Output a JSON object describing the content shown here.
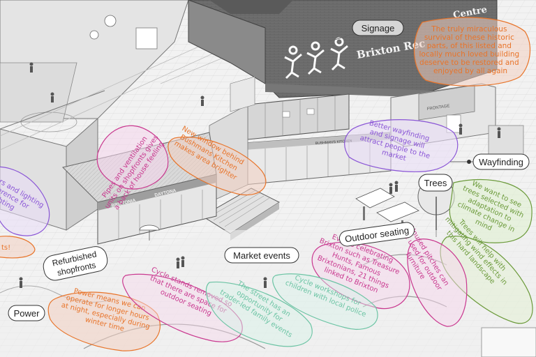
{
  "colors": {
    "background": "#ffffff",
    "ink": "#555555",
    "ground": "#eeeeee",
    "building_dark": "#6e6e6e",
    "orange": "#e8742a",
    "magenta": "#c9388f",
    "purple": "#8a55d6",
    "green": "#6b9a3a",
    "mint": "#6cc4a4"
  },
  "signs": {
    "centre": "Brixton Rec",
    "centre_end": "Centre",
    "bushmans": "BUSHMAN'S KITCHEN",
    "brixtonia": "BRIXTONIA",
    "daytona": "DAYTONA",
    "pavilion": "FRONTAGE"
  },
  "labels": {
    "signage": "Signage",
    "wayfinding": "Wayfinding",
    "trees": "Trees",
    "outdoor_seating": "Outdoor seating",
    "market_events": "Market events",
    "refurbished_shopfronts": [
      "Refurbished",
      "shopfronts"
    ],
    "power": "Power"
  },
  "notes": {
    "heritage": [
      "The truly miraculous",
      "survival of these historic",
      "parts, of this listed and",
      "locally much loved building",
      "deserve to be restored and",
      "enjoyed by all again"
    ],
    "wayfinding": [
      "Better wayfinding",
      "and signage will",
      "attract people to the",
      "market"
    ],
    "trees_climate": [
      "We want to see",
      "trees selected with",
      "adaptation to",
      "climate change in",
      "mind"
    ],
    "trees_wind": [
      "Trees will help with",
      "mitigating wind effects in",
      "this hard landscape"
    ],
    "pitches": [
      "Unused pitches can",
      "be used for outdoor",
      "furniture"
    ],
    "events": [
      "Events celebrating",
      "Brixton such as Treasure",
      "Hunts, Famous",
      "Brixtonians, 21 things",
      "linked to Brixton"
    ],
    "window": [
      "New window behind",
      "Bushmans Kitchen",
      "makes area brighter"
    ],
    "pipes": [
      "Pipes and ventilation",
      "units on shopfronts gives",
      "a back of house feeling"
    ],
    "lighting": [
      "rs and lighting",
      "ference for",
      "lighting"
    ],
    "exclaim": "ts!",
    "cycle_stands": [
      "Cycle stands removed so",
      "that there are space for",
      "outdoor seating"
    ],
    "trader_events": [
      "The street has an",
      "opportunity for",
      "trader-led family events"
    ],
    "cycle_workshops": [
      "Cycle workshops for",
      "children with local police"
    ],
    "power": [
      "Power means we can",
      "operate for longer hours",
      "at night, especially during",
      "winter time"
    ]
  }
}
